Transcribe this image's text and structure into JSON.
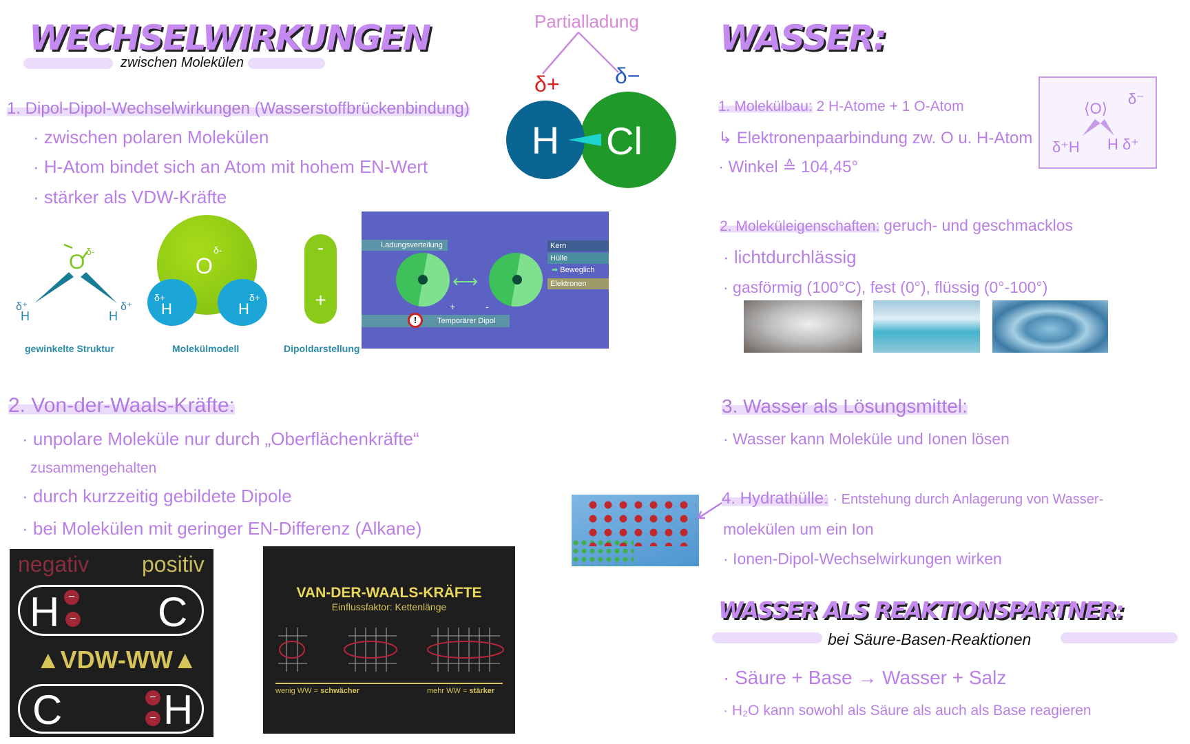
{
  "left": {
    "title": "WECHSELWIRKUNGEN",
    "subtitle": "zwischen Molekülen",
    "partial": {
      "label": "Partialladung",
      "plus": "δ+",
      "minus": "δ−",
      "h": "H",
      "cl": "Cl"
    },
    "s1": {
      "heading": "1. Dipol-Dipol-Wechselwirkungen (Wasserstoffbrückenbindung)",
      "items": [
        "· zwischen polaren Molekülen",
        "· H-Atom bindet sich an Atom mit hohem EN-Wert",
        "· stärker als VDW-Kräfte"
      ]
    },
    "water": {
      "o": "O",
      "h": "H",
      "dm": "δ-",
      "dp": "δ+",
      "minus": "-",
      "plus": "+",
      "captions": [
        "gewinkelte Struktur",
        "Molekülmodell",
        "Dipoldarstellung"
      ]
    },
    "dipolebox": {
      "dist": "Ladungsverteilung",
      "kern": "Kern",
      "huelle": "Hülle",
      "beweglich": "Beweglich",
      "elektronen": "Elektronen",
      "temp": "Temporärer Dipol",
      "warn": "!",
      "plus": "+",
      "minus": "-"
    },
    "s2": {
      "heading": "2. Von-der-Waals-Kräfte:",
      "items": [
        "· unpolare Moleküle nur durch „Oberflächenkräfte“",
        "zusammengehalten",
        "· durch kurzzeitig gebildete Dipole",
        "· bei Molekülen mit geringer EN-Differenz (Alkane)"
      ]
    },
    "vdw": {
      "neg": "negativ",
      "pos": "positiv",
      "h": "H",
      "c": "C",
      "ww": "VDW-WW",
      "minus": "−"
    },
    "vdw2": {
      "title": "VAN-DER-WAALS-KRÄFTE",
      "sub": "Einflussfaktor: Kettenlänge",
      "weak_pre": "wenig WW = ",
      "weak": "schwächer",
      "strong_pre": "mehr WW = ",
      "strong": "stärker"
    }
  },
  "right": {
    "title": "WASSER:",
    "s1": {
      "heading": "1. Molekülbau:",
      "rest": "2 H-Atome + 1 O-Atom",
      "items": [
        "↳ Elektronenpaarbindung zw. O u. H-Atom",
        "· Winkel ≙ 104,45°"
      ]
    },
    "box": {
      "o": "⟨O⟩",
      "dm": "δ⁻",
      "hl": "δ⁺H",
      "hr": "H δ⁺"
    },
    "s2": {
      "heading": "2. Moleküleigenschaften:",
      "rest": "geruch- und geschmacklos",
      "items": [
        "· lichtdurchlässig",
        "· gasförmig (100°C), fest (0°), flüssig (0°-100°)"
      ]
    },
    "s3": {
      "heading": "3. Wasser als Lösungsmittel:",
      "items": [
        "· Wasser kann Moleküle und Ionen lösen"
      ]
    },
    "s4": {
      "heading": "4. Hydrathülle:",
      "rest": "· Entstehung durch Anlagerung von Wasser-",
      "items": [
        "molekülen um ein Ion",
        "· Ionen-Dipol-Wechselwirkungen wirken"
      ]
    },
    "title2": "WASSER ALS REAKTIONSPARTNER:",
    "subtitle2": "bei Säure-Basen-Reaktionen",
    "s5": {
      "items": [
        "· Säure + Base → Wasser + Salz",
        "· H₂O kann sowohl als Säure als auch als Base reagieren"
      ]
    }
  }
}
